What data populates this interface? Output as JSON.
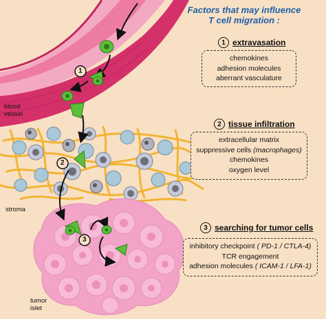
{
  "title": {
    "line1": "Factors that may influence",
    "line2": "T cell migration :"
  },
  "steps": [
    {
      "number": "1",
      "label": "extravasation",
      "items": [
        {
          "pre": "chemokines",
          "em": "",
          "post": ""
        },
        {
          "pre": "adhesion molecules",
          "em": "",
          "post": ""
        },
        {
          "pre": "aberrant vasculature",
          "em": "",
          "post": ""
        }
      ]
    },
    {
      "number": "2",
      "label": "tissue infiltration",
      "items": [
        {
          "pre": "extracellular matrix",
          "em": "",
          "post": ""
        },
        {
          "pre": "suppressive cells ",
          "em": "(macrophages)",
          "post": ""
        },
        {
          "pre": "chemokines",
          "em": "",
          "post": ""
        },
        {
          "pre": "oxygen level",
          "em": "",
          "post": ""
        }
      ]
    },
    {
      "number": "3",
      "label": "searching for tumor cells",
      "items": [
        {
          "pre": "inhibitory checkpoint ",
          "em": "( PD-1 / CTLA-4)",
          "post": ""
        },
        {
          "pre": "TCR engagement",
          "em": "",
          "post": ""
        },
        {
          "pre": "adhesion molecules ",
          "em": "( ICAM-1 / LFA-1)",
          "post": ""
        }
      ]
    }
  ],
  "region_labels": {
    "blood_vessel_1": "blood",
    "blood_vessel_2": "vessel",
    "stroma": "stroma",
    "tumor_islet_1": "tumor",
    "tumor_islet_2": "islet"
  },
  "diagram_markers": [
    "1",
    "2",
    "3"
  ],
  "colors": {
    "background": "#f8e0c4",
    "vessel": "#d4306a",
    "t_cell": "#5cbf3a",
    "fiber": "#f2b432",
    "tumor": "#f3a3c8",
    "title": "#1f5fa8"
  }
}
